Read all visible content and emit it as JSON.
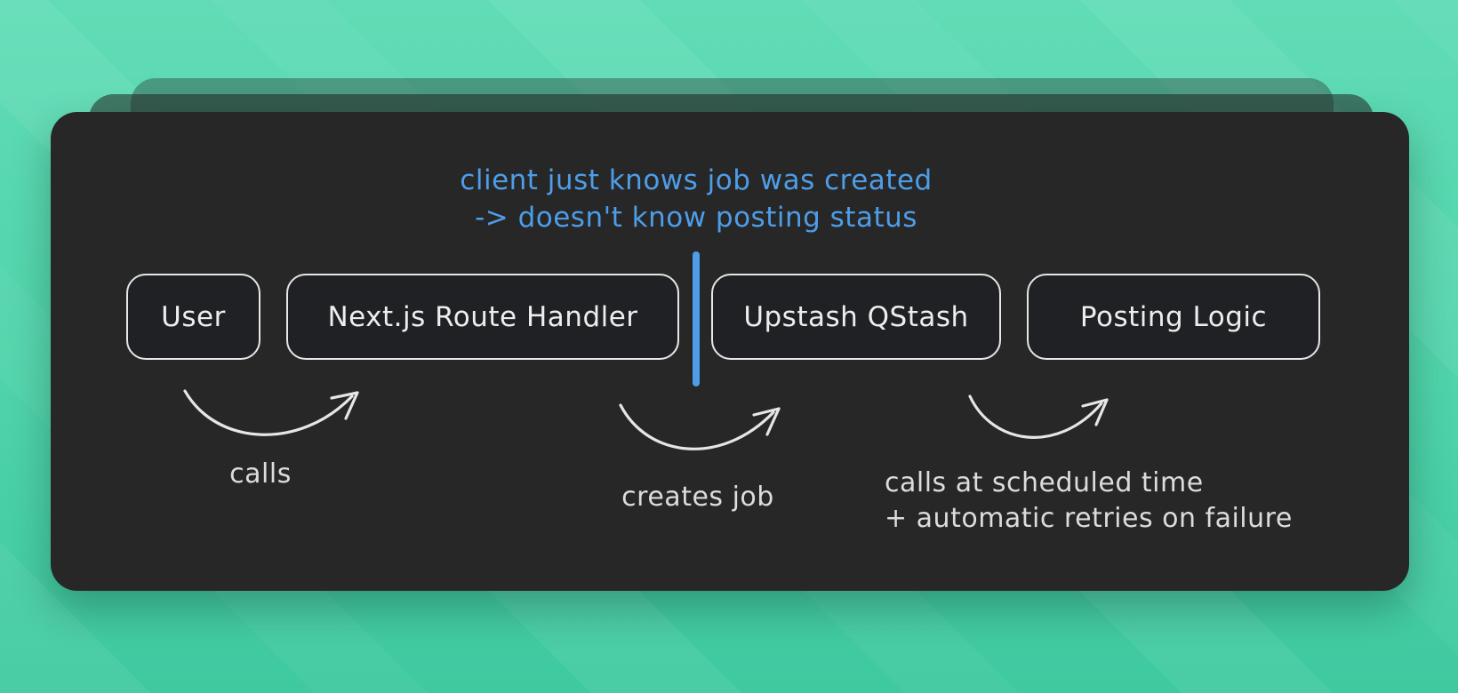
{
  "colors": {
    "background_teal_top": "#61dcb6",
    "background_teal_bottom": "#3fc9a0",
    "card_background": "#272727",
    "node_background": "#1f2125",
    "stroke_white": "#e6e6e6",
    "edge_label_text": "#dcdcdc",
    "accent_blue": "#4d9de8"
  },
  "annotation": {
    "line1": "client just knows job was created",
    "line2": "-> doesn't know posting status"
  },
  "nodes": [
    {
      "id": "user",
      "label": "User"
    },
    {
      "id": "route-handler",
      "label": "Next.js Route Handler"
    },
    {
      "id": "qstash",
      "label": "Upstash QStash"
    },
    {
      "id": "posting-logic",
      "label": "Posting Logic"
    }
  ],
  "edges": [
    {
      "from": "user",
      "to": "route-handler",
      "label": "calls"
    },
    {
      "from": "route-handler",
      "to": "qstash",
      "label": "creates job"
    },
    {
      "from": "qstash",
      "to": "posting-logic",
      "label": "calls at scheduled time",
      "label_line2": "+ automatic retries on failure"
    }
  ]
}
